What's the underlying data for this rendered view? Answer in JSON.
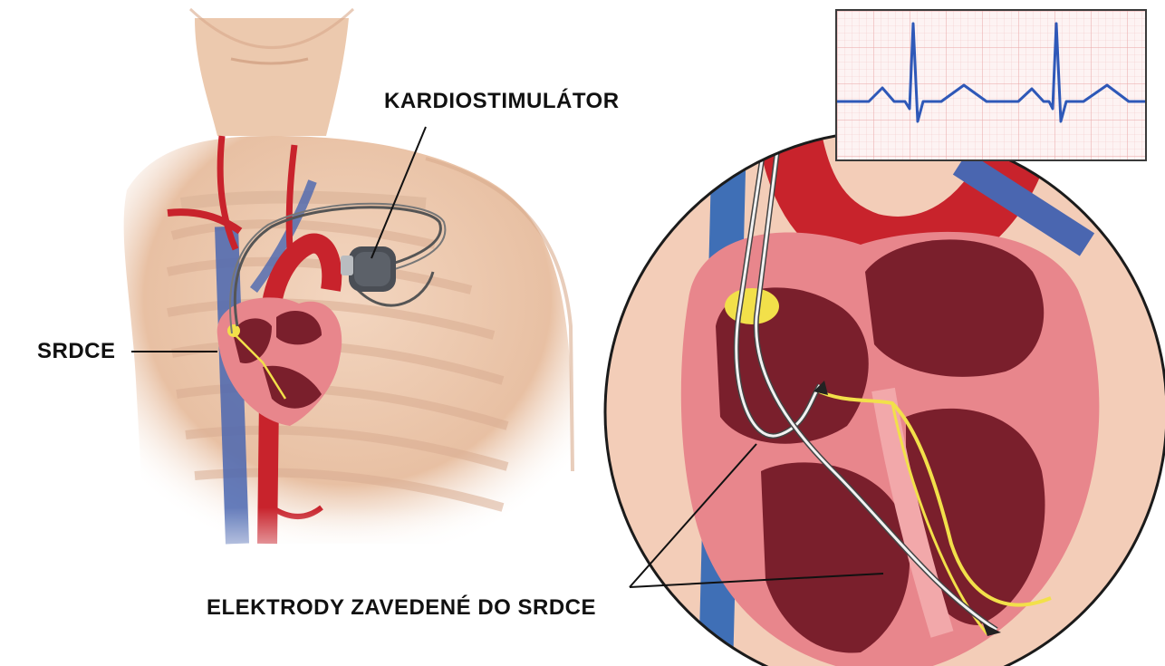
{
  "labels": {
    "pacemaker": "KARDIOSTIMULÁTOR",
    "heart": "SRDCE",
    "electrodes": "ELEKTRODY ZAVEDENÉ DO SRDCE"
  },
  "colors": {
    "skin": "#e9c2a6",
    "skin_shadow": "#d7a98a",
    "artery": "#c8232c",
    "vein": "#4a66b0",
    "heart_wall": "#e8868c",
    "heart_inner": "#7a1f2c",
    "node_yellow": "#f2e04a",
    "ecg_line": "#2e58b8",
    "ecg_grid": "#efb6b6"
  },
  "icons": {
    "pacemaker_device": "pacemaker-icon",
    "ecg_trace": "ecg-waveform-icon"
  }
}
